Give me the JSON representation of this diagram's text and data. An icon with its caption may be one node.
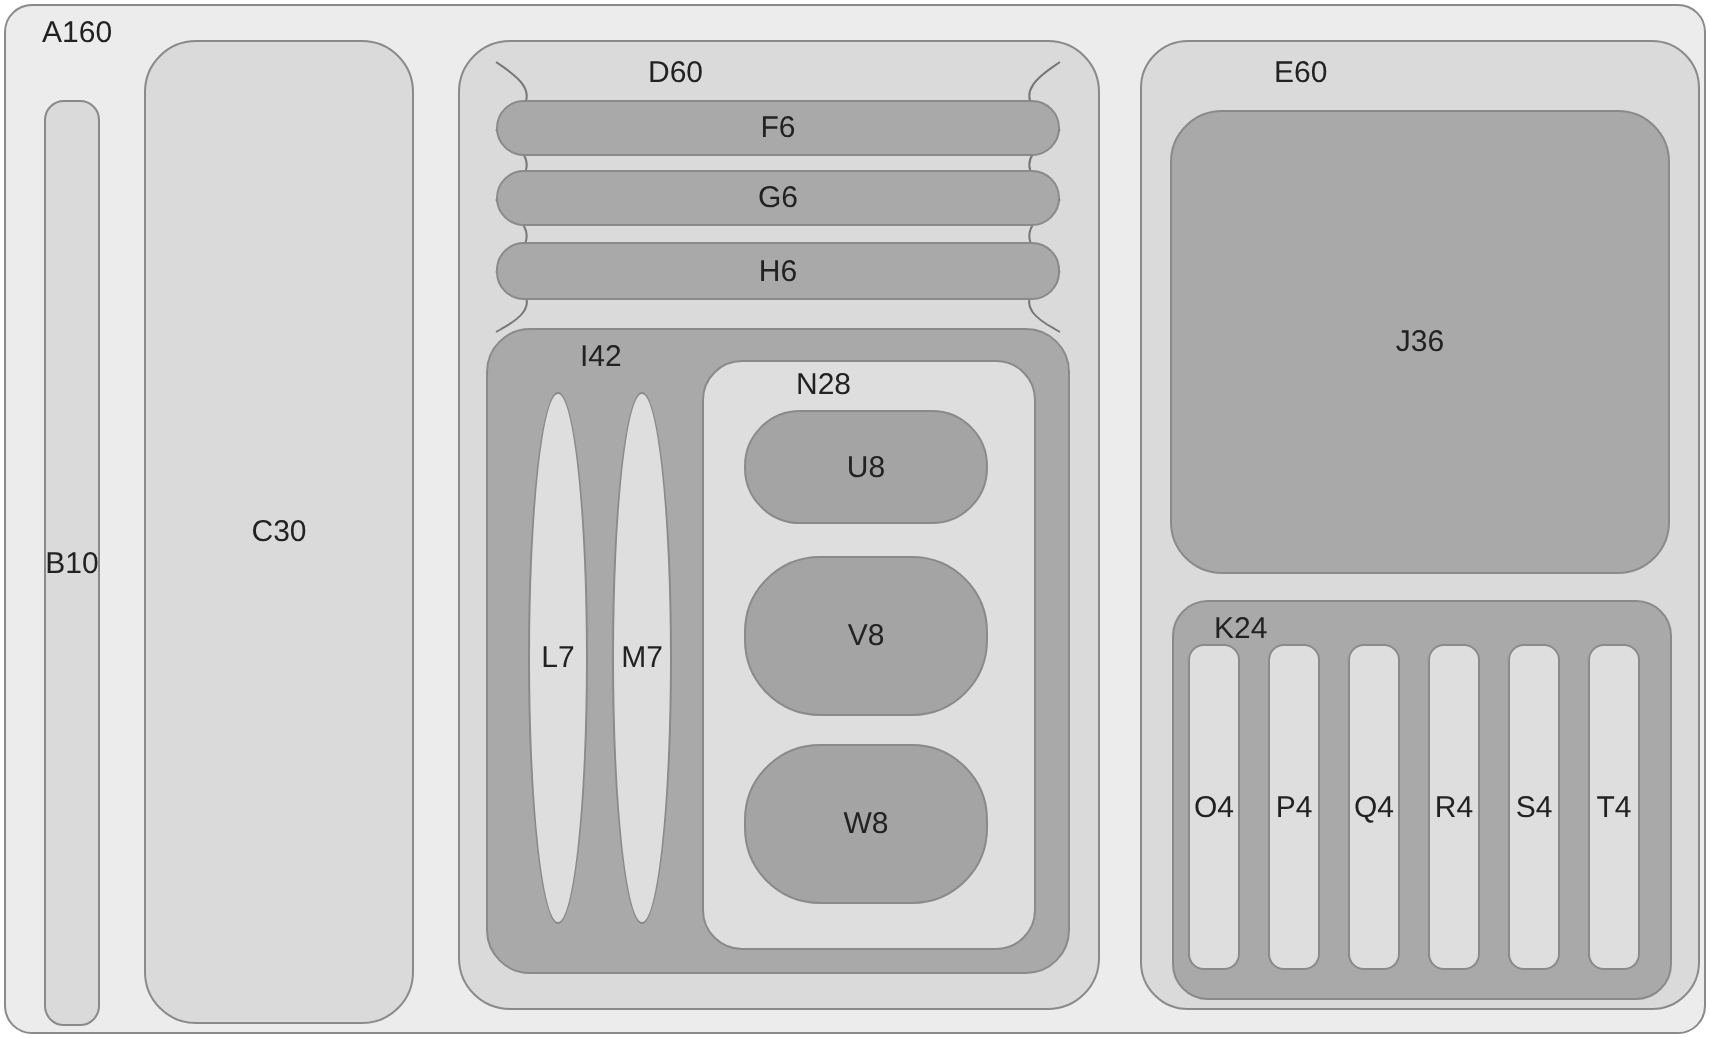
{
  "diagram": {
    "nodes": [
      {
        "text": [
          "A160"
        ]
      },
      {
        "text": [
          "B10"
        ],
        "in": 0
      },
      {
        "text": [
          "C30"
        ],
        "in": 0
      },
      {
        "text": [
          "D60"
        ],
        "in": 0
      },
      {
        "text": [
          "F6"
        ],
        "in": 3
      },
      {
        "text": [
          "G6"
        ],
        "in": 3
      },
      {
        "text": [
          "H6"
        ],
        "in": 3
      },
      {
        "text": [
          "I42"
        ],
        "in": 3
      },
      {
        "text": [
          "L7"
        ],
        "in": 7
      },
      {
        "text": [
          "M7"
        ],
        "in": 7
      },
      {
        "text": [
          "N28"
        ],
        "in": 7
      },
      {
        "text": [
          "U8"
        ],
        "in": 10
      },
      {
        "text": [
          "V8"
        ],
        "in": 10
      },
      {
        "text": [
          "W8"
        ],
        "in": 10
      },
      {
        "text": [
          "E60"
        ],
        "in": 0
      },
      {
        "text": [
          "J36"
        ],
        "in": 14
      },
      {
        "text": [
          "K24"
        ],
        "in": 14
      },
      {
        "text": [
          "O4"
        ],
        "in": 16
      },
      {
        "text": [
          "P4"
        ],
        "in": 16
      },
      {
        "text": [
          "Q4"
        ],
        "in": 16
      },
      {
        "text": [
          "R4"
        ],
        "in": 16
      },
      {
        "text": [
          "S4"
        ],
        "in": 16
      },
      {
        "text": [
          "T4"
        ],
        "in": 16
      }
    ]
  }
}
